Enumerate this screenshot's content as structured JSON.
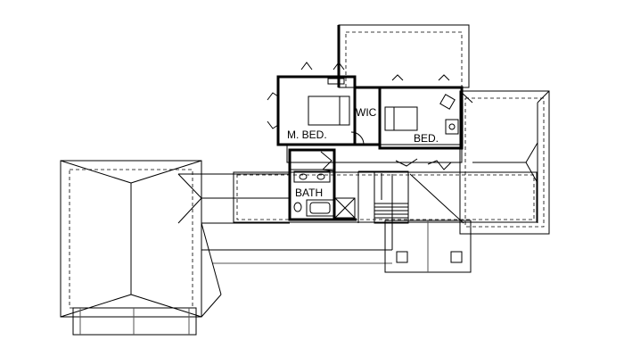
{
  "labels": {
    "master_bed": "M. BED.",
    "wic": "WIC",
    "bed": "BED.",
    "bath": "BATH"
  }
}
